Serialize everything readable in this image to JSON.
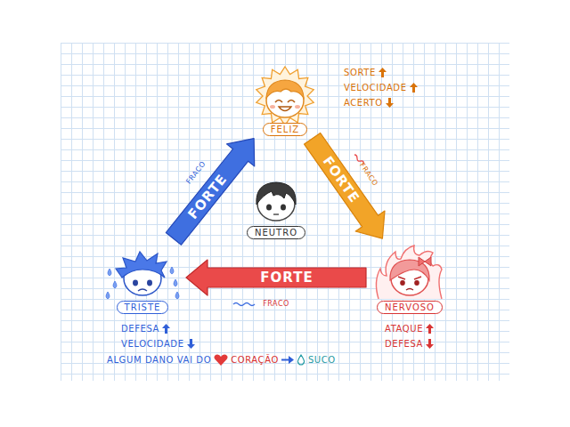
{
  "diagram": {
    "nodes": [
      {
        "text": [
          "FELIZ"
        ]
      },
      {
        "text": [
          "NEUTRO"
        ]
      },
      {
        "text": [
          "TRISTE"
        ]
      },
      {
        "text": [
          "NERVOSO"
        ]
      }
    ],
    "edges": [
      {
        "from": 2,
        "to": 0,
        "arrow": "to",
        "label": "FORTE"
      },
      {
        "from": 0,
        "to": 3,
        "arrow": "to",
        "label": "FORTE"
      },
      {
        "from": 3,
        "to": 2,
        "arrow": "to",
        "label": "FORTE"
      }
    ],
    "labels": [
      "SORTE",
      "VELOCIDADE",
      "ACERTO",
      "FRACO",
      "FRACO",
      "FRACO",
      "DEFESA",
      "VELOCIDADE",
      "ALGUM DANO VAI DO",
      "CORAÇÃO",
      "SUCO",
      "ATAQUE",
      "DEFESA"
    ]
  }
}
